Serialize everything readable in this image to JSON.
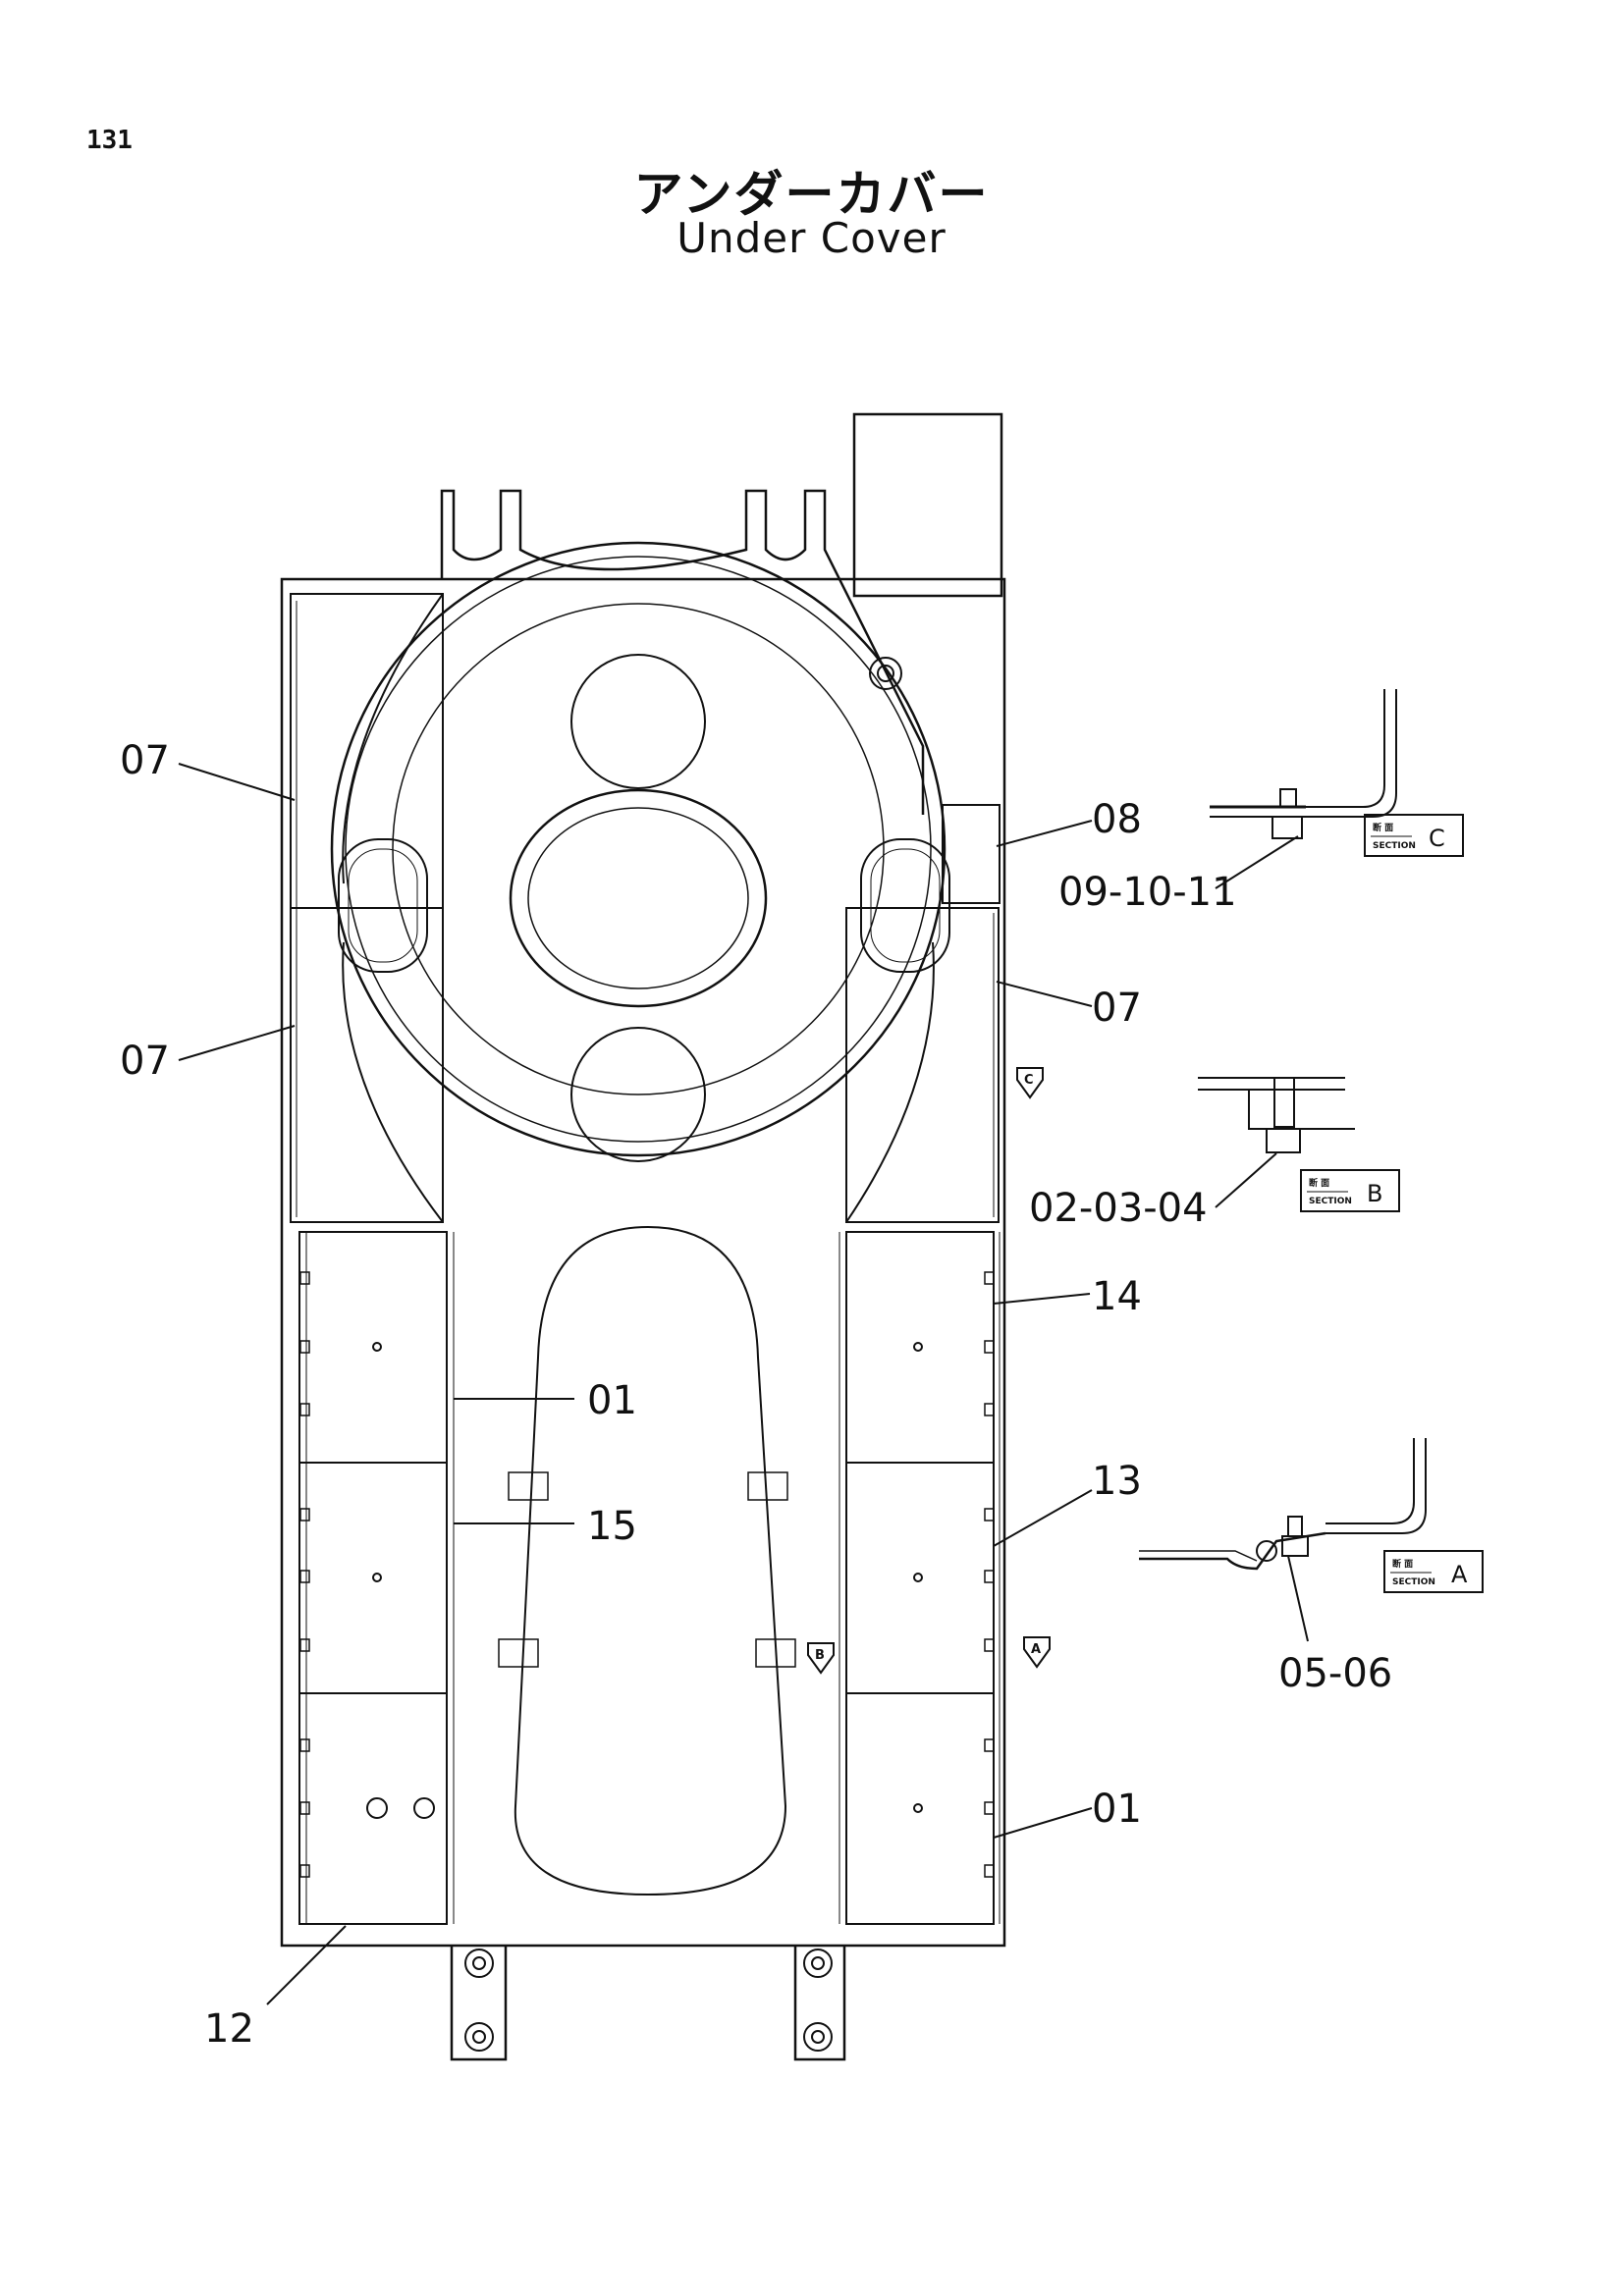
{
  "page_number": "131",
  "title_jp": "アンダーカバー",
  "title_en": "Under Cover",
  "callouts": {
    "c07_upper_left": "07",
    "c07_lower_left": "07",
    "c08": "08",
    "c07_right": "07",
    "c09_10_11": "09-10-11",
    "c02_03_04": "02-03-04",
    "c14": "14",
    "c01_center": "01",
    "c15": "15",
    "c13": "13",
    "c05_06": "05-06",
    "c01_right": "01",
    "c12": "12"
  },
  "sections": {
    "c": {
      "kanji": "断 面",
      "word": "SECTION",
      "letter": "C"
    },
    "b": {
      "kanji": "断 面",
      "word": "SECTION",
      "letter": "B"
    },
    "a": {
      "kanji": "断 面",
      "word": "SECTION",
      "letter": "A"
    }
  },
  "view_arrows": {
    "c": "C",
    "b": "B",
    "a": "A"
  }
}
